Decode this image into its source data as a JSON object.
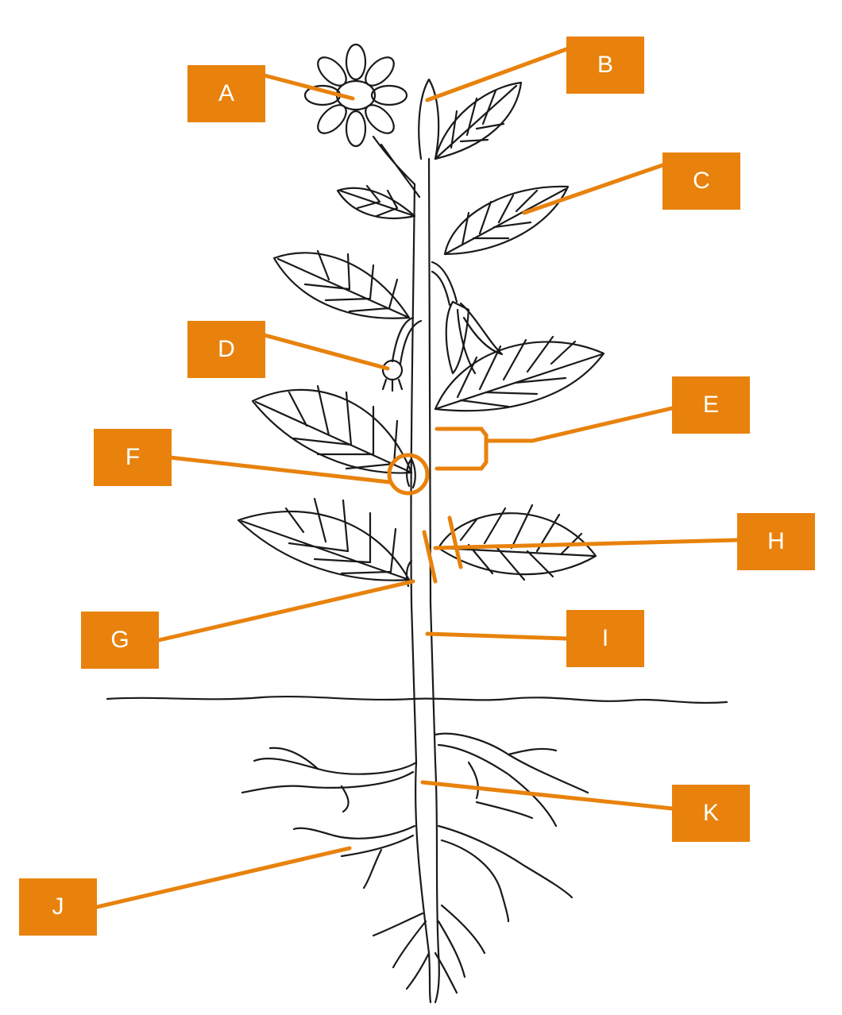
{
  "colors": {
    "accent": "#E8820C",
    "line_art": "#1a1a1a",
    "label_text": "#ffffff",
    "background": "#ffffff"
  },
  "labels": {
    "A": "A",
    "B": "B",
    "C": "C",
    "D": "D",
    "E": "E",
    "F": "F",
    "G": "G",
    "H": "H",
    "I": "I",
    "J": "J",
    "K": "K"
  }
}
